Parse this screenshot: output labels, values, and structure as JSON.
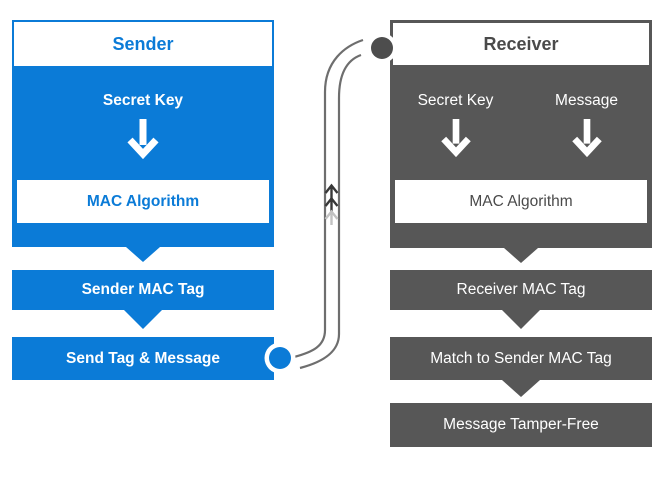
{
  "colors": {
    "sender_blue": "#0b7bd7",
    "receiver_gray": "#575757",
    "connector_gray": "#6e6e6e",
    "arrow_dark": "#383838",
    "arrow_light": "#c2c2c2"
  },
  "sender": {
    "title": "Sender",
    "secret_key": "Secret Key",
    "mac_algorithm": "MAC Algorithm",
    "mac_tag": "Sender MAC Tag",
    "send": "Send Tag & Message"
  },
  "receiver": {
    "title": "Receiver",
    "secret_key": "Secret Key",
    "message": "Message",
    "mac_algorithm": "MAC Algorithm",
    "mac_tag": "Receiver MAC Tag",
    "match": "Match to Sender MAC Tag",
    "tamper_free": "Message Tamper-Free"
  },
  "icons": {
    "down_arrow": "down-arrow",
    "up_arrow": "up-arrow",
    "sender_node": "connector-dot-blue",
    "receiver_node": "connector-dot-gray"
  }
}
